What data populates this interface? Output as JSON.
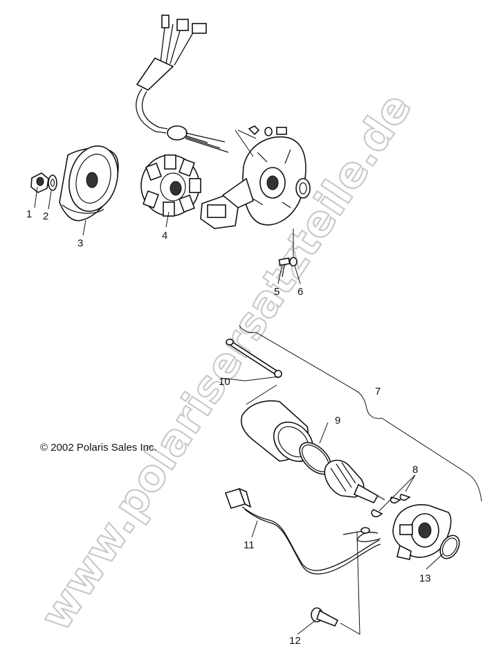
{
  "diagram": {
    "copyright": "© 2002 Polaris Sales Inc.",
    "watermark": "www.polarisersatzteile.de",
    "callouts": [
      "1",
      "2",
      "3",
      "4",
      "5",
      "6",
      "7",
      "8",
      "9",
      "10",
      "11",
      "12",
      "13"
    ]
  }
}
